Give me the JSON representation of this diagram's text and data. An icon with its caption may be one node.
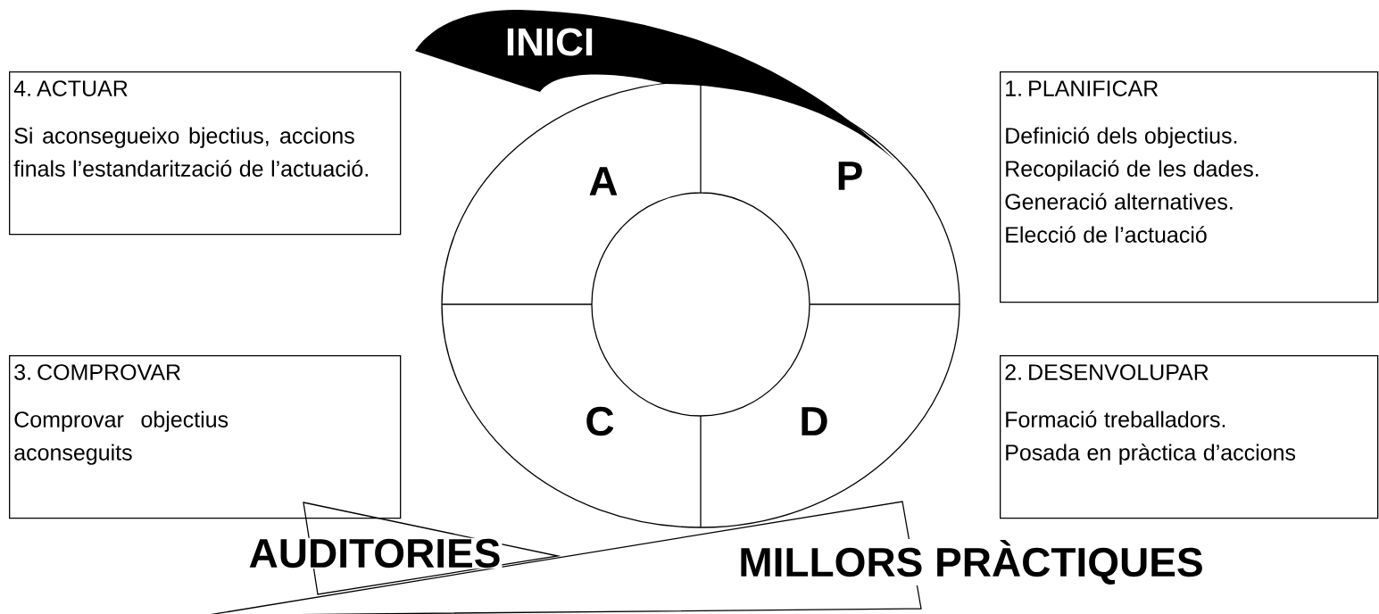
{
  "diagram": {
    "nodes": [
      {
        "text": [
          "INICI"
        ]
      },
      {
        "text": [
          "4. ACTUAR",
          "Si aconsegueixo bjectius, accions finals l’estandarització de l’actuació."
        ]
      },
      {
        "text": [
          "1. PLANIFICAR",
          "Definició dels objectius.",
          "Recopilació de les dades.",
          "Generació alternatives.",
          "Elecció de l’actuació"
        ]
      },
      {
        "text": [
          "3. COMPROVAR",
          "Comprovar objectius aconseguits"
        ]
      },
      {
        "text": [
          "2. DESENVOLUPAR",
          "Formació treballadors.",
          "Posada en pràctica d’accions"
        ]
      }
    ],
    "labels": [
      "A",
      "P",
      "C",
      "D",
      "AUDITORIES",
      "MILLORS PRÀCTIQUES"
    ]
  }
}
